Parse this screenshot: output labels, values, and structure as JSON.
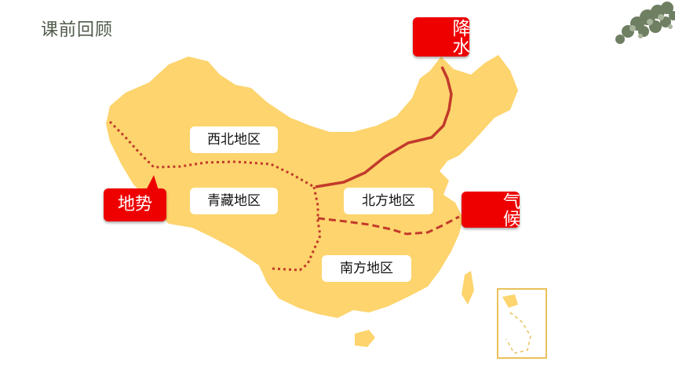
{
  "title": "课前回顾",
  "regions": {
    "northwest": "西北地区",
    "qinghai_tibet": "青藏地区",
    "north": "北方地区",
    "south": "南方地区"
  },
  "tags": {
    "terrain": "地势",
    "precipitation": "降水",
    "climate": "气候"
  },
  "colors": {
    "land": "#fdd46d",
    "boundary": "#c23a2b",
    "tag": "#ee0000",
    "title": "#4f5a4a"
  }
}
